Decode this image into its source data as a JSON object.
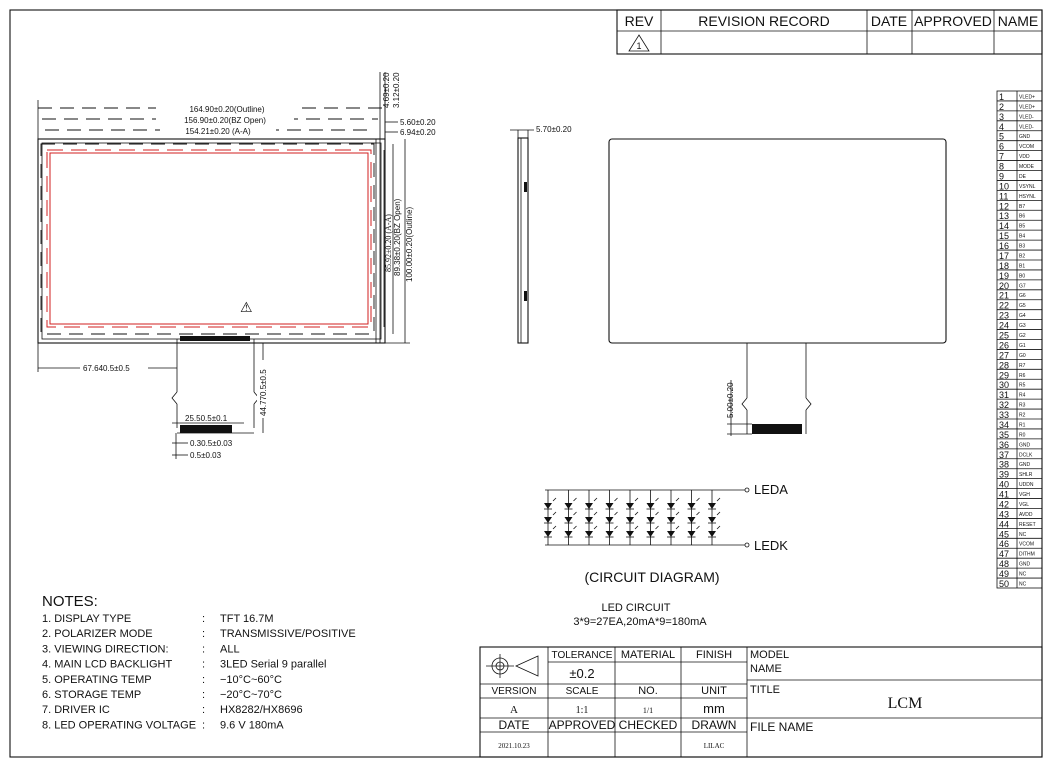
{
  "revision_block": {
    "headers": [
      "REV",
      "REVISION RECORD",
      "DATE",
      "APPROVED",
      "NAME"
    ],
    "first_rev_symbol": "1"
  },
  "front_view": {
    "dim_outline_width": "164.90±0.20(Outline)",
    "dim_bz_open_width": "156.90±0.20(BZ Open)",
    "dim_aa_width": "154.21±0.20 (A-A)",
    "dim_top_1": "4.69±0.20",
    "dim_top_2": "3.12±0.20",
    "dim_right_1": "5.60±0.20",
    "dim_right_2": "6.94±0.20",
    "dim_aa_height": "85.92±0.20 (A-A)",
    "dim_bz_open_height": "89.38±0.20(BZ Open)",
    "dim_outline_height": "100.00±0.20(Outline)",
    "dim_fpc_offset": "67.640.5±0.5",
    "dim_fpc_length": "44.770.5±0.5",
    "dim_fpc_width": "25.50.5±0.1",
    "dim_pitch": "0.30.5±0.03",
    "dim_pin_width": "0.5±0.03",
    "warning_symbol": "⚠"
  },
  "side_view": {
    "dim_thickness": "5.70±0.20"
  },
  "back_view": {
    "dim_fpc": "5.00±0.20"
  },
  "pin_table": [
    {
      "no": "1",
      "name": "VLED+"
    },
    {
      "no": "2",
      "name": "VLED+"
    },
    {
      "no": "3",
      "name": "VLED-"
    },
    {
      "no": "4",
      "name": "VLED-"
    },
    {
      "no": "5",
      "name": "GND"
    },
    {
      "no": "6",
      "name": "VCOM"
    },
    {
      "no": "7",
      "name": "VDD"
    },
    {
      "no": "8",
      "name": "MODE"
    },
    {
      "no": "9",
      "name": "DE"
    },
    {
      "no": "10",
      "name": "VSYNL"
    },
    {
      "no": "11",
      "name": "HSYNL"
    },
    {
      "no": "12",
      "name": "B7"
    },
    {
      "no": "13",
      "name": "B6"
    },
    {
      "no": "14",
      "name": "B5"
    },
    {
      "no": "15",
      "name": "B4"
    },
    {
      "no": "16",
      "name": "B3"
    },
    {
      "no": "17",
      "name": "B2"
    },
    {
      "no": "18",
      "name": "B1"
    },
    {
      "no": "19",
      "name": "B0"
    },
    {
      "no": "20",
      "name": "G7"
    },
    {
      "no": "21",
      "name": "G6"
    },
    {
      "no": "22",
      "name": "G5"
    },
    {
      "no": "23",
      "name": "G4"
    },
    {
      "no": "24",
      "name": "G3"
    },
    {
      "no": "25",
      "name": "G2"
    },
    {
      "no": "26",
      "name": "G1"
    },
    {
      "no": "27",
      "name": "G0"
    },
    {
      "no": "28",
      "name": "R7"
    },
    {
      "no": "29",
      "name": "R6"
    },
    {
      "no": "30",
      "name": "R5"
    },
    {
      "no": "31",
      "name": "R4"
    },
    {
      "no": "32",
      "name": "R3"
    },
    {
      "no": "33",
      "name": "R2"
    },
    {
      "no": "34",
      "name": "R1"
    },
    {
      "no": "35",
      "name": "R0"
    },
    {
      "no": "36",
      "name": "GND"
    },
    {
      "no": "37",
      "name": "DCLK"
    },
    {
      "no": "38",
      "name": "GND"
    },
    {
      "no": "39",
      "name": "SHLR"
    },
    {
      "no": "40",
      "name": "UDDN"
    },
    {
      "no": "41",
      "name": "VGH"
    },
    {
      "no": "42",
      "name": "VGL"
    },
    {
      "no": "43",
      "name": "AVDD"
    },
    {
      "no": "44",
      "name": "RESET"
    },
    {
      "no": "45",
      "name": "NC"
    },
    {
      "no": "46",
      "name": "VCOM"
    },
    {
      "no": "47",
      "name": "DITHM"
    },
    {
      "no": "48",
      "name": "GND"
    },
    {
      "no": "49",
      "name": "NC"
    },
    {
      "no": "50",
      "name": "NC"
    }
  ],
  "circuit": {
    "leda_label": "LEDA",
    "ledk_label": "LEDK",
    "caption": "(CIRCUIT  DIAGRAM)",
    "led_circuit_title": "LED CIRCUIT",
    "led_circuit_formula": "3*9=27EA,20mA*9=180mA"
  },
  "notes": {
    "title": "NOTES:",
    "items": [
      {
        "label": "1. DISPLAY TYPE",
        "value": "TFT 16.7M"
      },
      {
        "label": "2. POLARIZER MODE",
        "value": "TRANSMISSIVE/POSITIVE"
      },
      {
        "label": "3. VIEWING DIRECTION:",
        "value": "ALL"
      },
      {
        "label": "4. MAIN LCD BACKLIGHT",
        "value": "3LED Serial 9 parallel"
      },
      {
        "label": "5. OPERATING TEMP",
        "value": "−10°C~60°C"
      },
      {
        "label": "6. STORAGE TEMP",
        "value": "−20°C~70°C"
      },
      {
        "label": "7. DRIVER IC",
        "value": "HX8282/HX8696"
      },
      {
        "label": "8. LED OPERATING VOLTAGE",
        "value": "9.6 V 180mA"
      }
    ]
  },
  "title_block": {
    "tolerance_label": "TOLERANCE",
    "tolerance_value": "±0.2",
    "material_label": "MATERIAL",
    "finish_label": "FINISH",
    "model_label": "MODEL",
    "name_label": "NAME",
    "version_label": "VERSION",
    "scale_label": "SCALE",
    "no_label": "NO.",
    "unit_label": "UNIT",
    "title_label": "TITLE",
    "title_value": "LCM",
    "version_value": "A",
    "scale_value": "1:1",
    "no_value": "1/1",
    "unit_value": "mm",
    "date_label": "DATE",
    "approved_label": "APPROVED",
    "checked_label": "CHECKED",
    "drawn_label": "DRAWN",
    "file_name_label": "FILE NAME",
    "date_value": "2021.10.23",
    "drawn_value": "LILAC"
  }
}
